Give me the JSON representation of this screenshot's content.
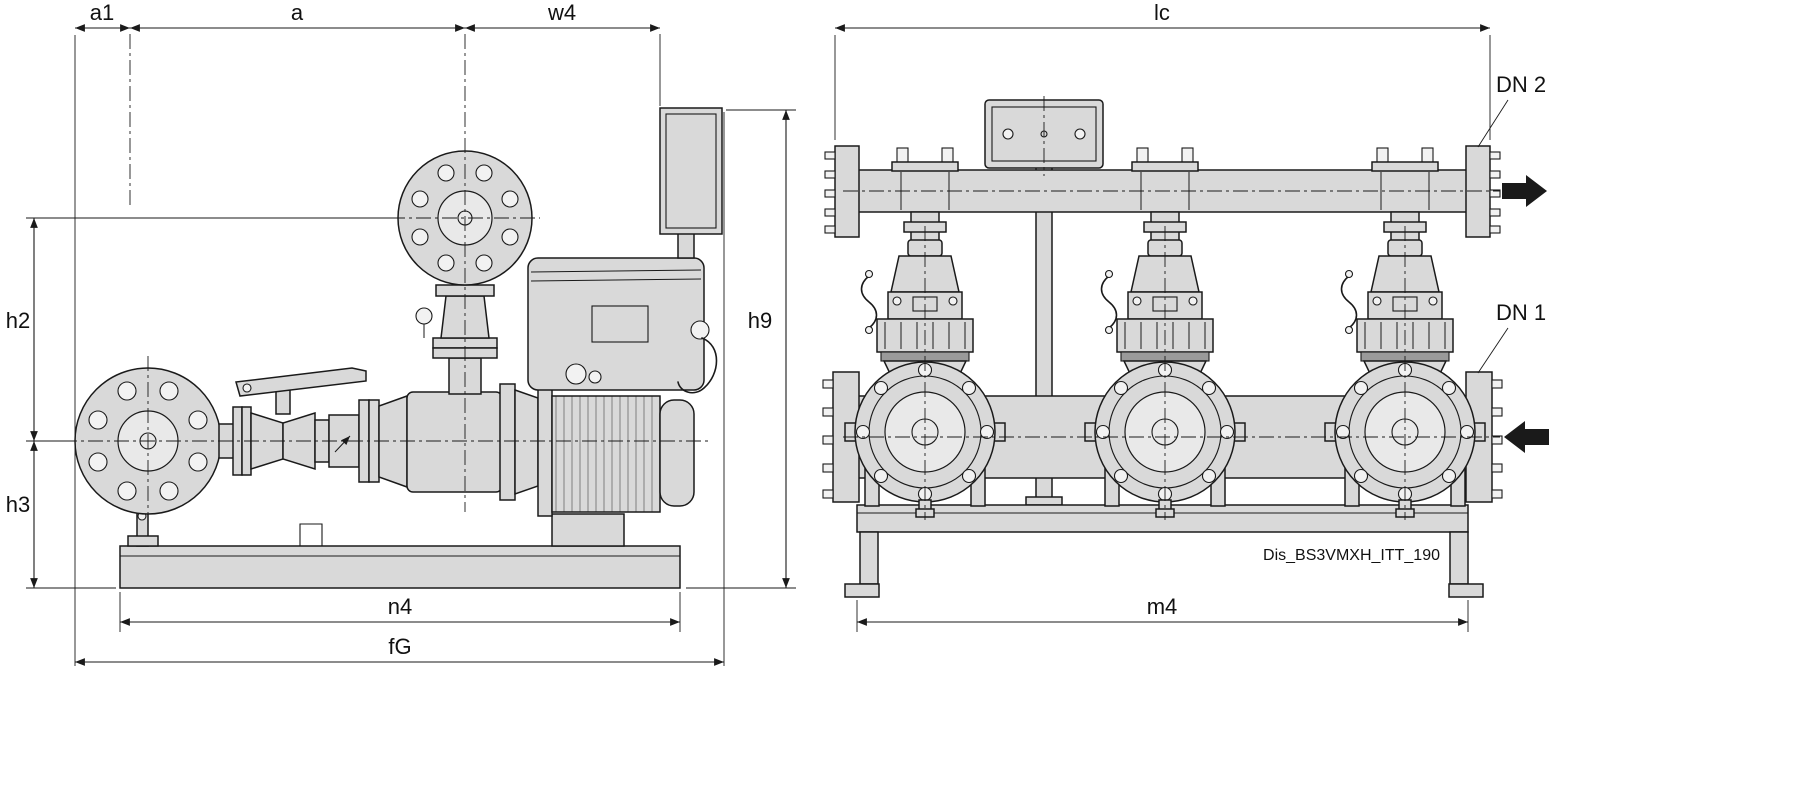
{
  "drawing": {
    "id_label": "Dis_BS3VMXH_ITT_190",
    "side_view": {
      "dim_a1": "a1",
      "dim_a": "a",
      "dim_w4": "w4",
      "dim_h2": "h2",
      "dim_h3": "h3",
      "dim_h9": "h9",
      "dim_n4": "n4",
      "dim_fG": "fG"
    },
    "front_view": {
      "dim_lc": "lc",
      "dim_m4": "m4",
      "label_dn2": "DN 2",
      "label_dn1": "DN 1"
    },
    "icons": {
      "flow_out": "arrow-right",
      "flow_in": "arrow-left"
    },
    "colors": {
      "line": "#1a1a1a",
      "part_fill": "#d9d9d9",
      "background": "#ffffff"
    }
  }
}
